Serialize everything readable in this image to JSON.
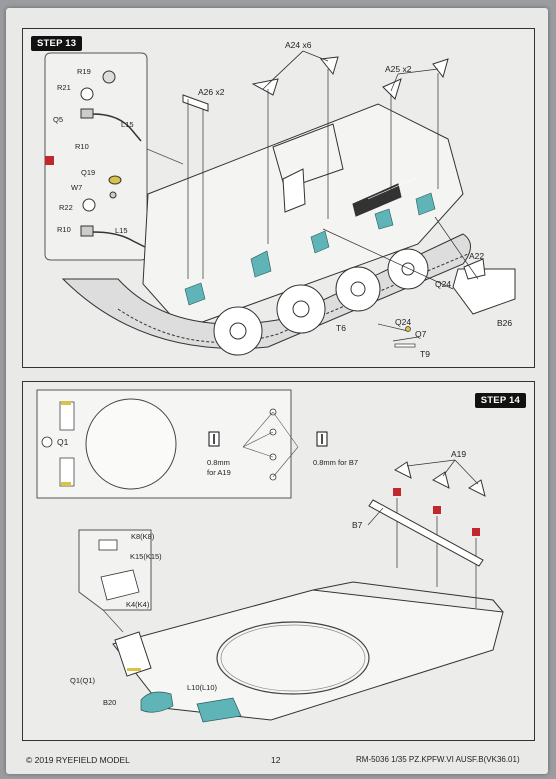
{
  "step13": {
    "title": "STEP 13",
    "labels": {
      "a24": "A24 x6",
      "a25": "A25 x2",
      "a26": "A26 x2",
      "a22": "A22",
      "b26": "B26",
      "q24a": "Q24",
      "q24b": "Q24",
      "t6": "T6",
      "q7": "Q7",
      "t9": "T9"
    },
    "inset_labels": {
      "r19": "R19",
      "r21": "R21",
      "q5": "Q5",
      "r10a": "R10",
      "l15a": "L15",
      "q19": "Q19",
      "w7": "W7",
      "r22": "R22",
      "r10b": "R10",
      "l15b": "L15"
    }
  },
  "step14": {
    "title": "STEP 14",
    "labels": {
      "q1": "Q1",
      "a19": "A19",
      "b7": "B7",
      "k8": "K8(K8)",
      "k15": "K15(K15)",
      "k4": "K4(K4)",
      "q1q1": "Q1(Q1)",
      "b20": "B20",
      "l10": "L10(L10)"
    },
    "drill_a19": [
      "0.8mm",
      "for A19"
    ],
    "drill_b7": "0.8mm for B7"
  },
  "footer": {
    "copyright": "© 2019 RYEFIELD MODEL",
    "page_number": "12",
    "product": "RM-5036  1/35  PZ.KPFW.VI AUSF.B(VK36.01)"
  },
  "colors": {
    "highlight": "#5fb4b8",
    "marker": "#c0282d",
    "yellow": "#d8c24a"
  }
}
